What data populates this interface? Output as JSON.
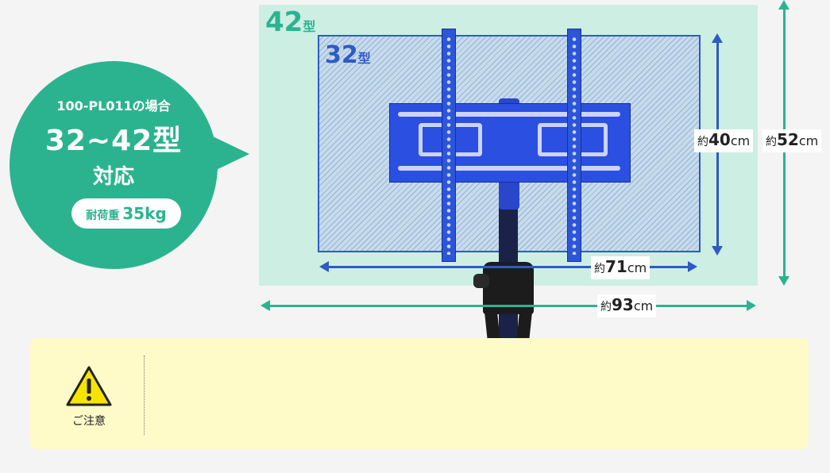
{
  "badge": {
    "model_line": "100-PL011の場合",
    "range": "32~42型",
    "support": "対応",
    "weight_label": "耐荷重",
    "weight_value": "35kg"
  },
  "labels": {
    "size_42": "42",
    "size_32": "32",
    "size_unit": "型"
  },
  "dimensions": {
    "width_42": {
      "prefix": "約",
      "value": "93",
      "unit": "cm"
    },
    "height_42": {
      "prefix": "約",
      "value": "52",
      "unit": "cm"
    },
    "width_32": {
      "prefix": "約",
      "value": "71",
      "unit": "cm"
    },
    "height_32": {
      "prefix": "約",
      "value": "40",
      "unit": "cm"
    }
  },
  "notice": {
    "title": "ご注意"
  },
  "colors": {
    "teal": "#2bb38f",
    "blue": "#2d5bc7",
    "panel_42": "#cdeee3",
    "notice_bg": "#fefbc9"
  },
  "icons": [
    "warning-icon"
  ]
}
